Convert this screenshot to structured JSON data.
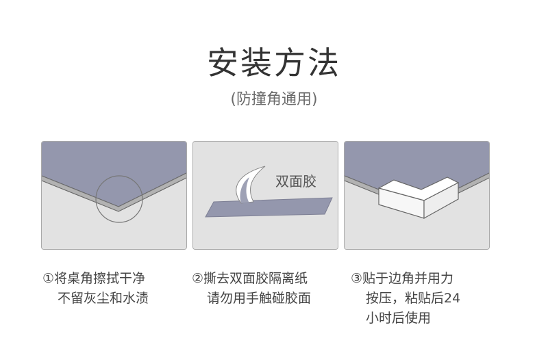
{
  "header": {
    "title": "安装方法",
    "subtitle": "(防撞角通用)"
  },
  "panels": {
    "panel2_label": "双面胶"
  },
  "steps": [
    {
      "line1": "①将桌角擦拭干净",
      "line2": "不留灰尘和水渍"
    },
    {
      "line1": "②撕去双面胶隔离纸",
      "line2": "请勿用手触碰胶面"
    },
    {
      "line1": "③贴于边角并用力",
      "line2": "按压，粘贴后24",
      "line3": "小时后使用"
    }
  ],
  "colors": {
    "table_top": "#9497ad",
    "panel_bg": "#e2e2e2",
    "edge_dark": "#6e6e6e",
    "guard": "#ffffff"
  }
}
